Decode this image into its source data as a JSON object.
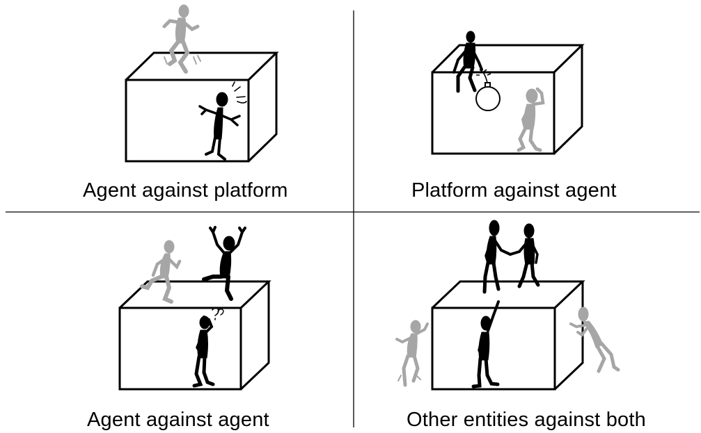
{
  "quadrants": [
    {
      "title": "Agent against platform"
    },
    {
      "title": "Platform against agent"
    },
    {
      "title": "Agent against agent"
    },
    {
      "title": "Other entities against both"
    }
  ],
  "colors": {
    "black": "#000000",
    "gray": "#a6a6a6",
    "background": "#ffffff"
  },
  "icons": [
    "stick-figure",
    "bomb-icon",
    "platform-box",
    "handshake"
  ]
}
